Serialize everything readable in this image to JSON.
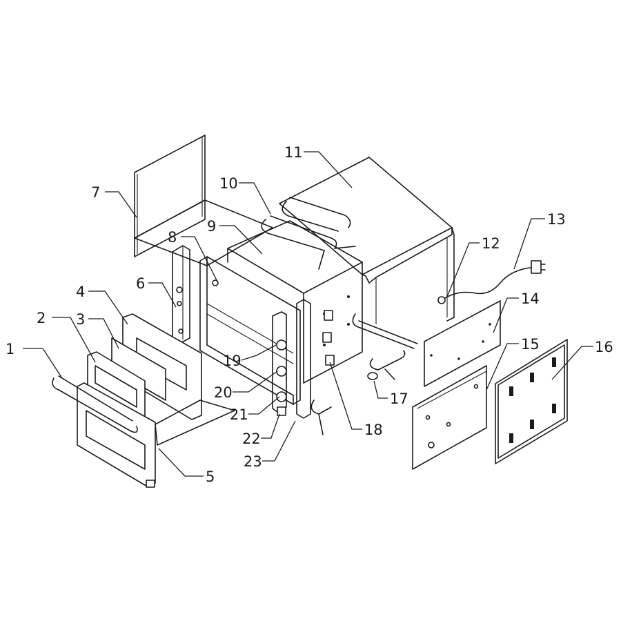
{
  "diagram": {
    "callouts": [
      {
        "id": "1",
        "label": "1"
      },
      {
        "id": "2",
        "label": "2"
      },
      {
        "id": "3",
        "label": "3"
      },
      {
        "id": "4",
        "label": "4"
      },
      {
        "id": "5",
        "label": "5"
      },
      {
        "id": "6",
        "label": "6"
      },
      {
        "id": "7",
        "label": "7"
      },
      {
        "id": "8",
        "label": "8"
      },
      {
        "id": "9",
        "label": "9"
      },
      {
        "id": "10",
        "label": "10"
      },
      {
        "id": "11",
        "label": "11"
      },
      {
        "id": "12",
        "label": "12"
      },
      {
        "id": "13",
        "label": "13"
      },
      {
        "id": "14",
        "label": "14"
      },
      {
        "id": "15",
        "label": "15"
      },
      {
        "id": "16",
        "label": "16"
      },
      {
        "id": "17",
        "label": "17"
      },
      {
        "id": "18",
        "label": "18"
      },
      {
        "id": "19",
        "label": "19"
      },
      {
        "id": "20",
        "label": "20"
      },
      {
        "id": "21",
        "label": "21"
      },
      {
        "id": "22",
        "label": "22"
      },
      {
        "id": "23",
        "label": "23"
      }
    ],
    "colors": {
      "line": "#1a1a1a",
      "background": "#ffffff"
    }
  }
}
